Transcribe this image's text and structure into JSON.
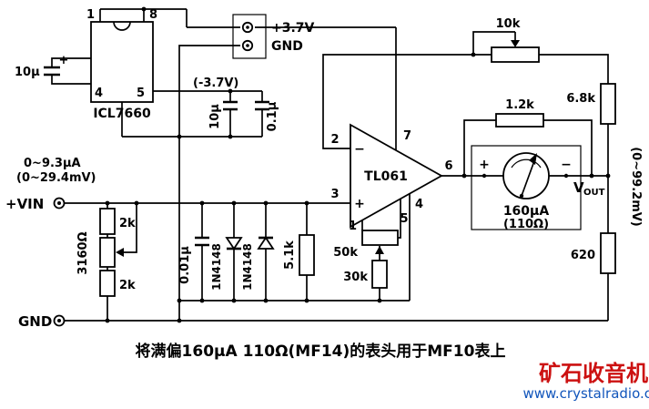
{
  "power_section": {
    "ic_label": "ICL7660",
    "pin1": "1",
    "pin8": "8",
    "pin4": "4",
    "pin5": "5",
    "flying_cap": "10µ",
    "flying_cap_polarity": "+",
    "terminal_pos": "+3.7V",
    "terminal_gnd": "GND",
    "neg_rail": "(-3.7V)",
    "reservoir_cap": "10µ",
    "bypass_cap": "0.1µ"
  },
  "opamp": {
    "label": "TL061",
    "pin2": "2",
    "pin3": "3",
    "pin7": "7",
    "pin6": "6",
    "pin4": "4",
    "pin5": "5",
    "pin1": "1",
    "minus": "−",
    "plus": "+"
  },
  "input": {
    "current_range": "0~9.3µA",
    "voltage_range": "(0~29.4mV)",
    "vin": "+VIN",
    "gnd": "GND",
    "r_top": "2k",
    "pot": "3160Ω",
    "r_bottom": "2k",
    "filter_cap": "0.01µ",
    "diode_a": "1N4148",
    "diode_b": "1N4148",
    "r_load": "5.1k"
  },
  "offset": {
    "pot": "50k",
    "resistor": "30k"
  },
  "feedback": {
    "pot": "10k",
    "r1": "6.8k",
    "r2": "1.2k"
  },
  "output": {
    "meter_plus": "+",
    "meter_minus": "−",
    "meter_current": "160µA",
    "meter_res": "(110Ω)",
    "vout_v": "V",
    "vout_sub": "OUT",
    "range": "(0~99.2mV)",
    "r_out": "620"
  },
  "caption": "将满偏160µA 110Ω(MF14)的表头用于MF10表上",
  "watermark": {
    "name": "矿石收音机",
    "url": "www.crystalradio.cn"
  },
  "colors": {
    "wire": "#000000",
    "background": "#ffffff",
    "watermark_name": "#cc1111",
    "watermark_url": "#1155bb"
  }
}
